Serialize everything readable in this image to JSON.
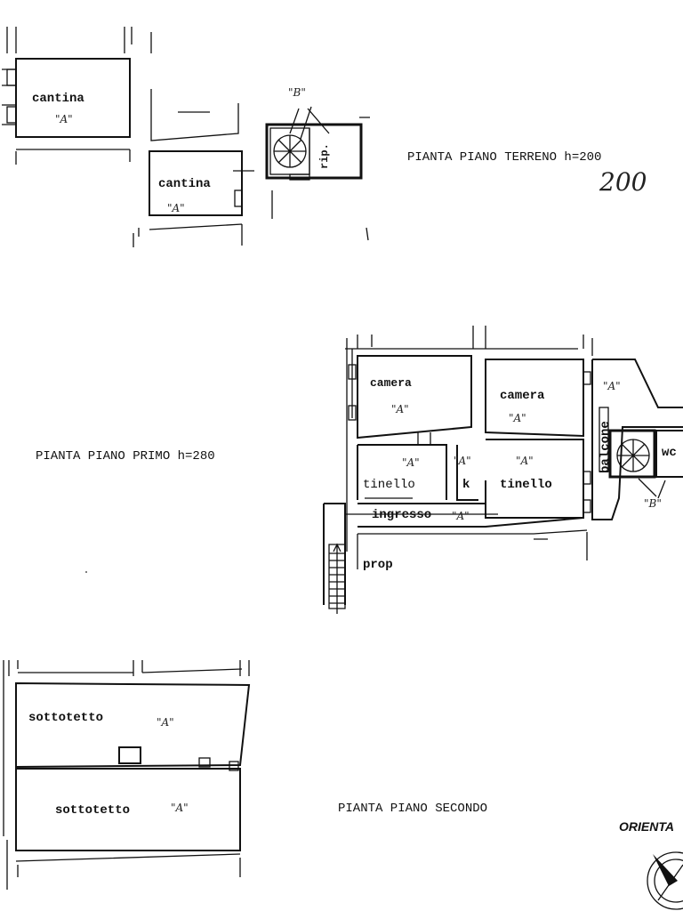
{
  "ground_floor": {
    "title": "PIANTA PIANO TERRENO h=200",
    "handwritten_height": "200",
    "rooms": [
      {
        "label": "cantina",
        "mark": "\"A\""
      },
      {
        "label": "cantina",
        "mark": "\"A\""
      },
      {
        "label": "rip.",
        "mark": ""
      }
    ],
    "stair_mark": "\"B\""
  },
  "first_floor": {
    "title": "PIANTA PIANO PRIMO h=280",
    "rooms": [
      {
        "label": "camera",
        "mark": "\"A\""
      },
      {
        "label": "camera",
        "mark": "\"A\""
      },
      {
        "label": "tinello",
        "mark": "\"A\""
      },
      {
        "label": "k",
        "mark": "\"A\""
      },
      {
        "label": "tinello",
        "mark": "\"A\""
      },
      {
        "label": "ingresso",
        "mark": "\"A\""
      },
      {
        "label": "balcone",
        "mark": "\"A\""
      },
      {
        "label": "wc",
        "mark": ""
      },
      {
        "label": "prop",
        "mark": ""
      }
    ],
    "stair_mark": "\"B\""
  },
  "second_floor": {
    "title": "PIANTA PIANO SECONDO",
    "rooms": [
      {
        "label": "sottotetto",
        "mark": "\"A\""
      },
      {
        "label": "sottotetto",
        "mark": "\"A\""
      }
    ]
  },
  "orientation": {
    "label": "ORIENTA",
    "icon": "compass-icon"
  }
}
